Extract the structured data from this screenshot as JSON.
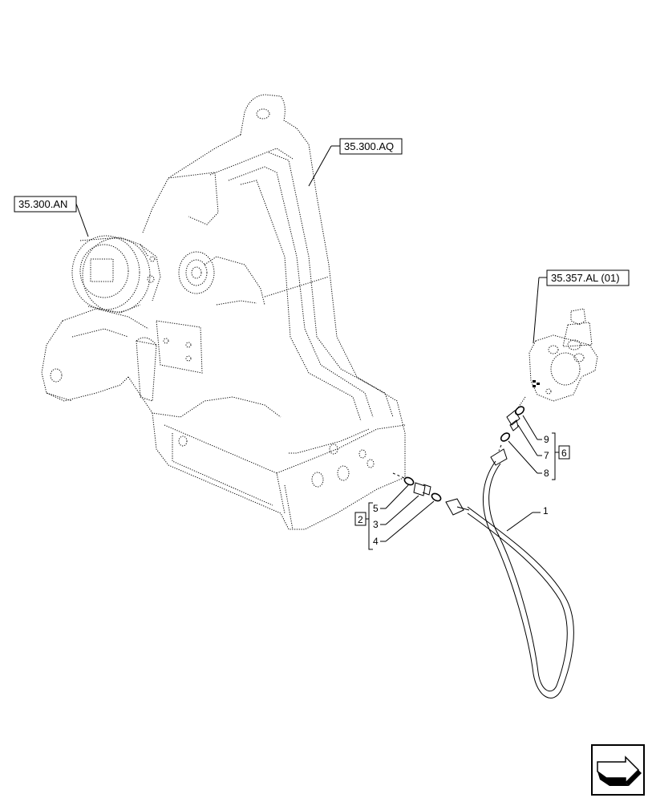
{
  "references": {
    "ref_aq": "35.300.AQ",
    "ref_an": "35.300.AN",
    "ref_al": "35.357.AL (01)"
  },
  "parts": {
    "p1": "1",
    "p2": "2",
    "p3": "3",
    "p4": "4",
    "p5": "5",
    "p6": "6",
    "p7": "7",
    "p8": "8",
    "p9": "9"
  },
  "icons": {
    "nav": "next-page-arrow-icon"
  }
}
